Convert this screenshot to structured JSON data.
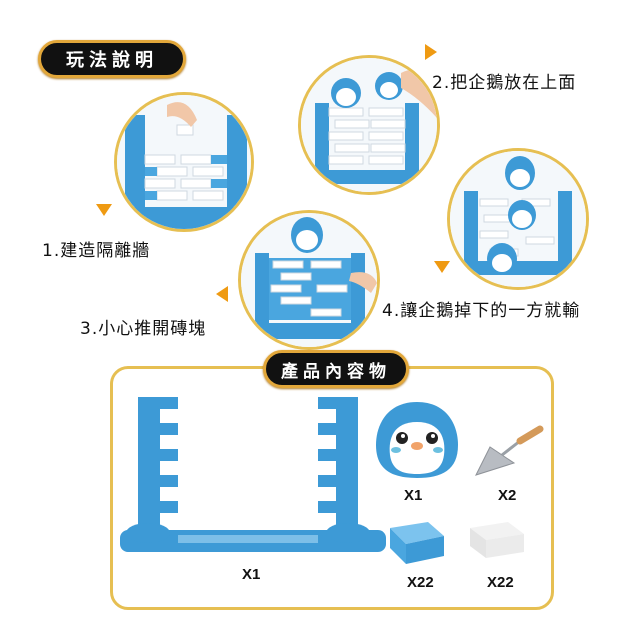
{
  "instructions": {
    "title": "玩法說明",
    "steps": [
      {
        "label": "1.建造隔離牆"
      },
      {
        "label": "2.把企鵝放在上面"
      },
      {
        "label": "3.小心推開磚塊"
      },
      {
        "label": "4.讓企鵝掉下的一方就輸"
      }
    ]
  },
  "contents": {
    "title": "產品內容物",
    "items": [
      {
        "name": "wall-frame",
        "qty": "X1"
      },
      {
        "name": "penguin",
        "qty": "X1"
      },
      {
        "name": "trowel",
        "qty": "X2"
      },
      {
        "name": "blue-brick",
        "qty": "X22"
      },
      {
        "name": "white-brick",
        "qty": "X22"
      }
    ]
  },
  "colors": {
    "accent": "#ef9a12",
    "border": "#e6bf52",
    "blue": "#3d9ad6",
    "pill": "#111111"
  }
}
